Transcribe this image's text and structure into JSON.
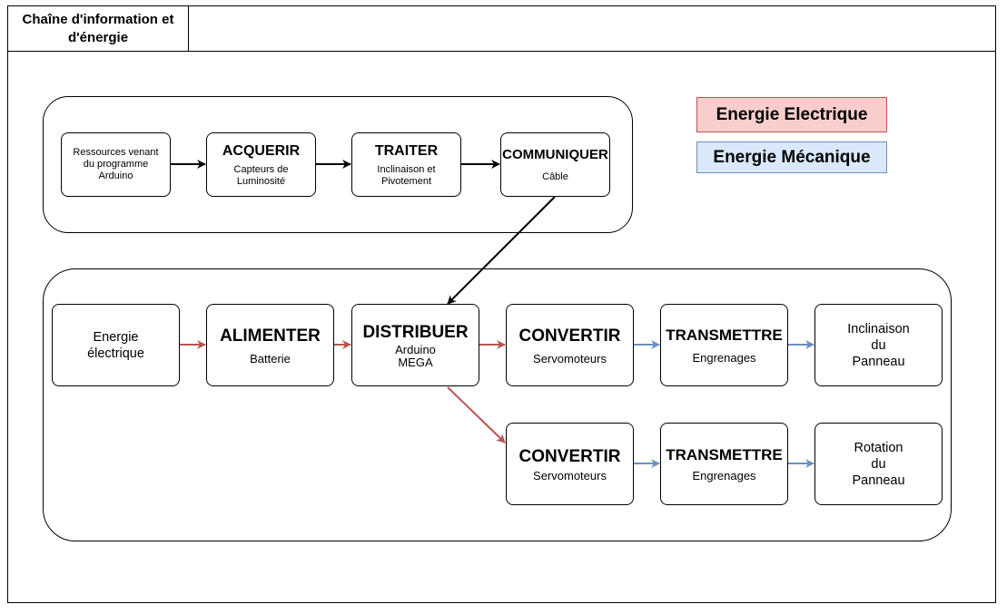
{
  "title": "Chaîne d'information et d'énergie",
  "legend": {
    "electric": {
      "label": "Energie Electrique",
      "fill": "#f8cecc",
      "border": "#b85450"
    },
    "mechanical": {
      "label": "Energie Mécanique",
      "fill": "#dae8fc",
      "border": "#6c8ebf"
    }
  },
  "info_chain": {
    "source": {
      "lines": [
        "Ressources venant",
        "du programme",
        "Arduino"
      ]
    },
    "acquerir": {
      "title": "ACQUERIR",
      "lines": [
        "Capteurs de",
        "Luminosité"
      ]
    },
    "traiter": {
      "title": "TRAITER",
      "lines": [
        "Inclinaison et",
        "Pivotement"
      ]
    },
    "communiquer": {
      "title": "COMMUNIQUER",
      "lines": [
        "Câble"
      ]
    }
  },
  "energy_chain": {
    "source": {
      "lines": [
        "Energie",
        "électrique"
      ]
    },
    "alimenter": {
      "title": "ALIMENTER",
      "lines": [
        "Batterie"
      ]
    },
    "distribuer": {
      "title": "DISTRIBUER",
      "lines": [
        "Arduino",
        "MEGA"
      ]
    },
    "convertir_1": {
      "title": "CONVERTIR",
      "lines": [
        "Servomoteurs"
      ]
    },
    "transmettre_1": {
      "title": "TRANSMETTRE",
      "lines": [
        "Engrenages"
      ]
    },
    "output_1": {
      "lines": [
        "Inclinaison",
        "du",
        "Panneau"
      ]
    },
    "convertir_2": {
      "title": "CONVERTIR",
      "lines": [
        "Servomoteurs"
      ]
    },
    "transmettre_2": {
      "title": "TRANSMETTRE",
      "lines": [
        "Engrenages"
      ]
    },
    "output_2": {
      "lines": [
        "Rotation",
        "du",
        "Panneau"
      ]
    }
  },
  "colors": {
    "info_arrow": "#000000",
    "electric_arrow": "#b85450",
    "mechanical_arrow": "#6c8ebf"
  }
}
